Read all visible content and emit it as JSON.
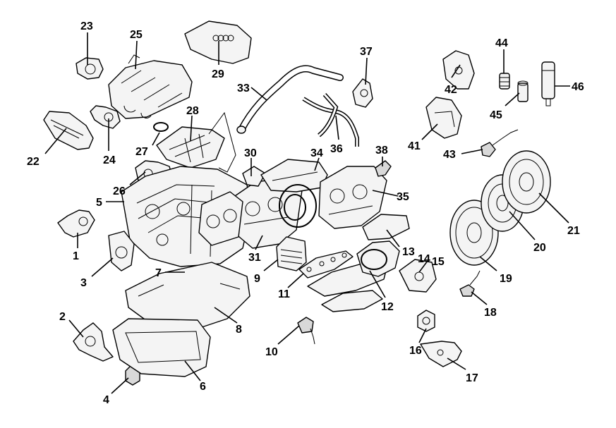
{
  "diagram": {
    "callouts": [
      "1",
      "2",
      "3",
      "4",
      "5",
      "6",
      "7",
      "8",
      "9",
      "10",
      "11",
      "12",
      "13",
      "14",
      "15",
      "16",
      "17",
      "18",
      "19",
      "20",
      "21",
      "22",
      "23",
      "24",
      "25",
      "26",
      "27",
      "28",
      "29",
      "30",
      "31",
      "33",
      "34",
      "35",
      "36",
      "37",
      "38",
      "41",
      "42",
      "43",
      "44",
      "45",
      "46"
    ]
  }
}
